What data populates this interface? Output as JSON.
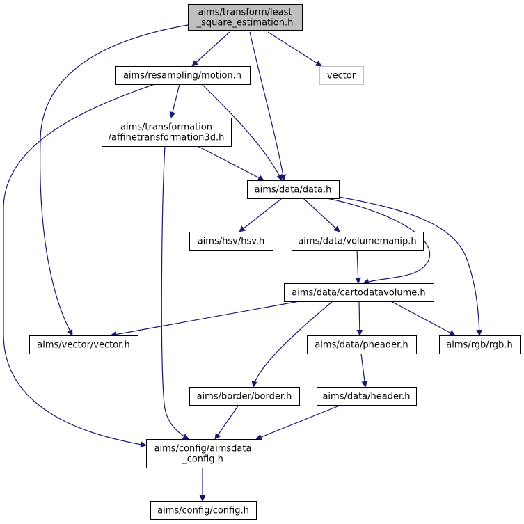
{
  "colors": {
    "edge": "#191970",
    "root_fill": "#bfbfbf",
    "node_fill": "#ffffff",
    "node_stroke": "#000000",
    "external_stroke": "#bfbfbf"
  },
  "nodes": [
    {
      "id": "least_square",
      "name": "node-least-square-estimation",
      "lines": [
        "aims/transform/least",
        "_square_estimation.h"
      ],
      "style": "root"
    },
    {
      "id": "motion",
      "name": "node-motion",
      "lines": [
        "aims/resampling/motion.h"
      ],
      "style": "normal"
    },
    {
      "id": "vector_std",
      "name": "node-vector-std",
      "lines": [
        "vector"
      ],
      "style": "external"
    },
    {
      "id": "affine",
      "name": "node-affinetransformation3d",
      "lines": [
        "aims/transformation",
        "/affinetransformation3d.h"
      ],
      "style": "normal"
    },
    {
      "id": "data",
      "name": "node-data",
      "lines": [
        "aims/data/data.h"
      ],
      "style": "normal"
    },
    {
      "id": "hsv",
      "name": "node-hsv",
      "lines": [
        "aims/hsv/hsv.h"
      ],
      "style": "normal"
    },
    {
      "id": "volumemanip",
      "name": "node-volumemanip",
      "lines": [
        "aims/data/volumemanip.h"
      ],
      "style": "normal"
    },
    {
      "id": "cartodatavolume",
      "name": "node-cartodatavolume",
      "lines": [
        "aims/data/cartodatavolume.h"
      ],
      "style": "normal"
    },
    {
      "id": "aimsvector",
      "name": "node-aims-vector",
      "lines": [
        "aims/vector/vector.h"
      ],
      "style": "normal"
    },
    {
      "id": "pheader",
      "name": "node-pheader",
      "lines": [
        "aims/data/pheader.h"
      ],
      "style": "normal"
    },
    {
      "id": "rgb",
      "name": "node-rgb",
      "lines": [
        "aims/rgb/rgb.h"
      ],
      "style": "normal"
    },
    {
      "id": "border",
      "name": "node-border",
      "lines": [
        "aims/border/border.h"
      ],
      "style": "normal"
    },
    {
      "id": "header",
      "name": "node-header",
      "lines": [
        "aims/data/header.h"
      ],
      "style": "normal"
    },
    {
      "id": "aimsdata_config",
      "name": "node-aimsdata-config",
      "lines": [
        "aims/config/aimsdata",
        "_config.h"
      ],
      "style": "normal"
    },
    {
      "id": "config",
      "name": "node-config",
      "lines": [
        "aims/config/config.h"
      ],
      "style": "normal"
    }
  ],
  "edges": [
    {
      "from": "least_square",
      "to": "motion"
    },
    {
      "from": "least_square",
      "to": "vector_std"
    },
    {
      "from": "least_square",
      "to": "data"
    },
    {
      "from": "least_square",
      "to": "aimsvector"
    },
    {
      "from": "motion",
      "to": "affine"
    },
    {
      "from": "motion",
      "to": "data"
    },
    {
      "from": "motion",
      "to": "aimsdata_config"
    },
    {
      "from": "affine",
      "to": "data"
    },
    {
      "from": "affine",
      "to": "aimsdata_config"
    },
    {
      "from": "data",
      "to": "hsv"
    },
    {
      "from": "data",
      "to": "volumemanip"
    },
    {
      "from": "data",
      "to": "cartodatavolume"
    },
    {
      "from": "data",
      "to": "rgb"
    },
    {
      "from": "volumemanip",
      "to": "cartodatavolume"
    },
    {
      "from": "cartodatavolume",
      "to": "aimsvector"
    },
    {
      "from": "cartodatavolume",
      "to": "pheader"
    },
    {
      "from": "cartodatavolume",
      "to": "rgb"
    },
    {
      "from": "cartodatavolume",
      "to": "border"
    },
    {
      "from": "pheader",
      "to": "header"
    },
    {
      "from": "border",
      "to": "aimsdata_config"
    },
    {
      "from": "header",
      "to": "aimsdata_config"
    },
    {
      "from": "aimsdata_config",
      "to": "config"
    }
  ]
}
